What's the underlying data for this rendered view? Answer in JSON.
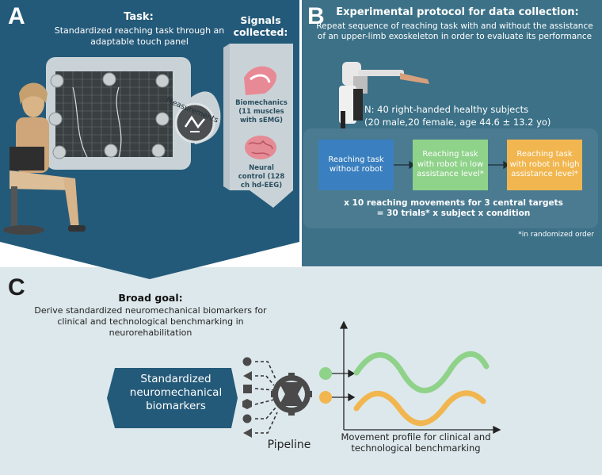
{
  "panel_a": {
    "letter": "A",
    "task_title": "Task:",
    "task_desc": "Standardized reaching task through an adaptable touch panel",
    "measurements_label": "Measurements",
    "signals_title": "Signals collected:",
    "biomechanics": "Biomechanics (11 muscles with sEMG)",
    "neural": "Neural control (128 ch hd-EEG)"
  },
  "panel_b": {
    "letter": "B",
    "title": "Experimental protocol for data collection:",
    "description": "Repeat sequence of reaching task with and without the assistance of an upper-limb exoskeleton in order to evaluate its performance",
    "subjects_line1": "N: 40 right-handed healthy subjects",
    "subjects_line2": "(20 male,20 female, age 44.6 ± 13.2 yo)",
    "conditions": [
      {
        "label": "Reaching task without robot",
        "color": "#3a7fbf"
      },
      {
        "label": "Reaching task with robot in low assistance level*",
        "color": "#8fd28a"
      },
      {
        "label": "Reaching task with robot in high assistance level*",
        "color": "#f1b64f"
      }
    ],
    "trials_line1": "x 10 reaching movements for 3 central targets",
    "trials_line2": "= 30 trials* x subject x condition",
    "randomized_note": "*in randomized order"
  },
  "panel_c": {
    "letter": "C",
    "goal_title": "Broad goal:",
    "goal_desc": "Derive standardized neuromechanical biomarkers for clinical and technological benchmarking in neurorehabilitation",
    "biomarkers_label": "Standardized neuromechanical biomarkers",
    "pipeline_label": "Pipeline",
    "movement_label": "Movement profile for clinical and technological benchmarking",
    "input_shapes": [
      "circle",
      "triangle",
      "square",
      "hexagon",
      "circle",
      "triangle"
    ],
    "output_colors": [
      "#8fd28a",
      "#f1b64f"
    ]
  },
  "colors": {
    "panel_a_bg": "#245a79",
    "panel_b_bg": "#3c7187",
    "panel_c_bg": "#dde8ec",
    "biomarkers_box": "#245a79",
    "green_curve": "#8fd28a",
    "orange_curve": "#f1b64f"
  }
}
